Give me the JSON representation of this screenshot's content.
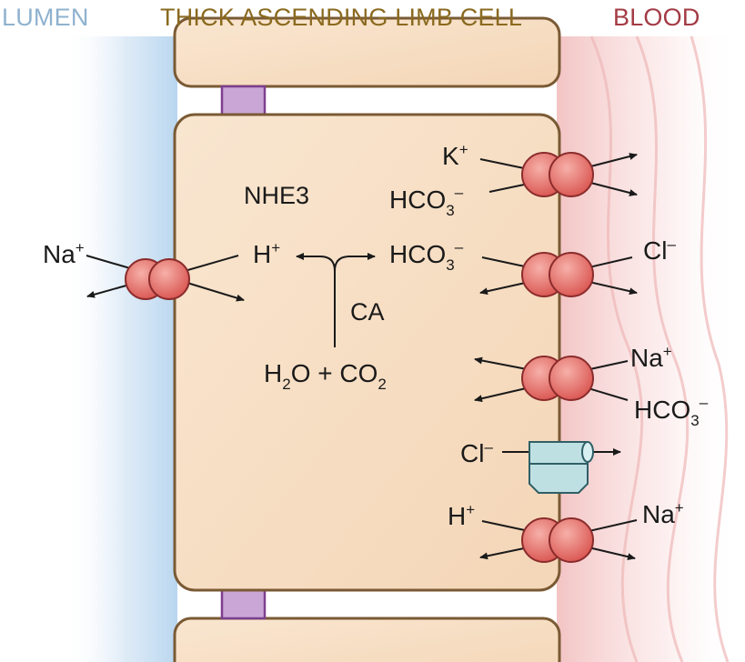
{
  "header": {
    "lumen": "LUMEN",
    "cell": "THICK ASCENDING LIMB CELL",
    "blood": "BLOOD"
  },
  "colors": {
    "lumen": "#8fb2cf",
    "cell_title": "#8a6a1f",
    "blood": "#a33b45",
    "cell_fill": "#f7dfc4",
    "cell_border": "#7a5a34",
    "transporter": "#e36a6a",
    "tight_junction": "#c9a6d6",
    "channel": "#bfe0e3"
  },
  "labels": {
    "nhe3": "NHE3",
    "ca": "CA",
    "lumen_na": "Na",
    "lumen_na_sup": "+",
    "h": "H",
    "h_sup": "+",
    "hco3": "HCO",
    "hco3_sub": "3",
    "hco3_sup": "–",
    "h2o_h": "H",
    "h2o_sub": "2",
    "h2o_o": "O + CO",
    "co2_sub": "2",
    "k": "K",
    "k_sup": "+",
    "hco3_b1": "HCO",
    "hco3_b1_sub": "3",
    "hco3_b1_sup": "–",
    "cl_b": "Cl",
    "cl_b_sup": "–",
    "na_b": "Na",
    "na_b_sup": "+",
    "hco3_b2": "HCO",
    "hco3_b2_sub": "3",
    "hco3_b2_sup": "–",
    "cl_ch": "Cl",
    "cl_ch_sup": "–",
    "h_b": "H",
    "h_b_sup": "+",
    "na_b2": "Na",
    "na_b2_sup": "+"
  }
}
